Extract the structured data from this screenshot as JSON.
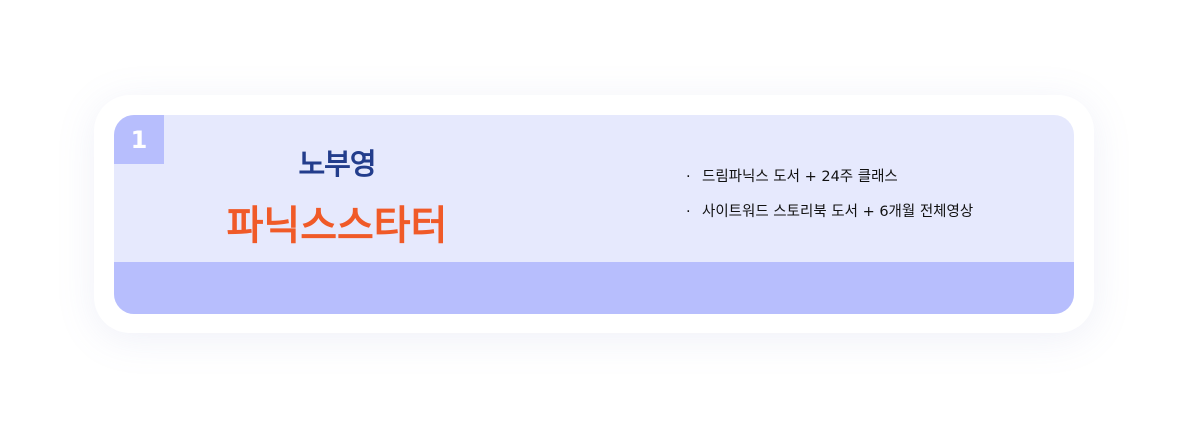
{
  "card": {
    "number": "1",
    "brand": "노부영",
    "product": "파닉스스타터",
    "features": [
      "드림파닉스 도서 + 24주 클래스",
      "사이트워드 스토리북 도서 + 6개월 전체영상"
    ],
    "bullet": "·"
  },
  "colors": {
    "panel": "#e6e9fd",
    "accent": "#b7befd",
    "brand": "#233d8c",
    "product": "#f05a28"
  }
}
